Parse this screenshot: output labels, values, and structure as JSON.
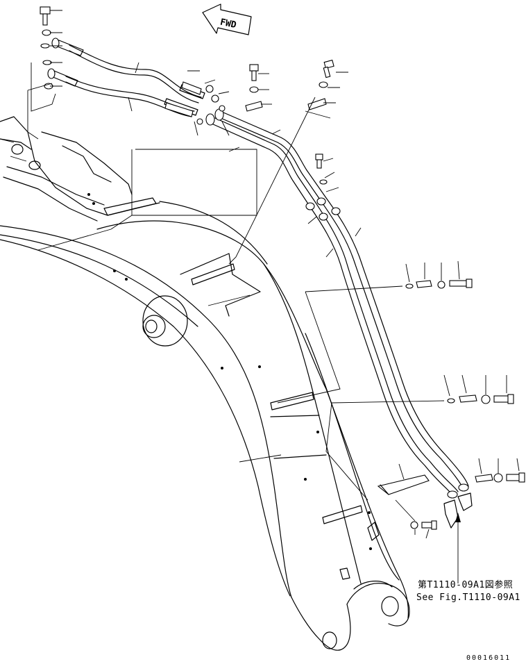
{
  "diagram": {
    "fwd_label": "FWD",
    "reference_jp": "第T1110-09A1図参照",
    "reference_en": "See Fig.T1110-09A1",
    "illustration_code": "00016011"
  }
}
